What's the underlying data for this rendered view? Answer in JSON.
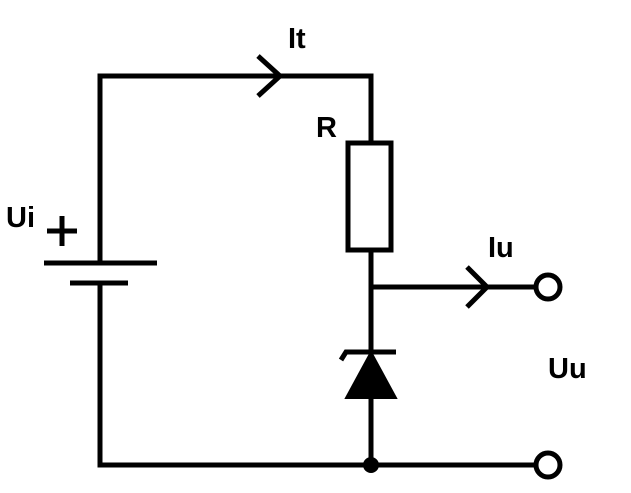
{
  "labels": {
    "source_voltage": "Ui",
    "total_current": "It",
    "resistor": "R",
    "output_current": "Iu",
    "output_voltage": "Uu"
  },
  "colors": {
    "stroke": "#000000",
    "background": "#ffffff"
  }
}
